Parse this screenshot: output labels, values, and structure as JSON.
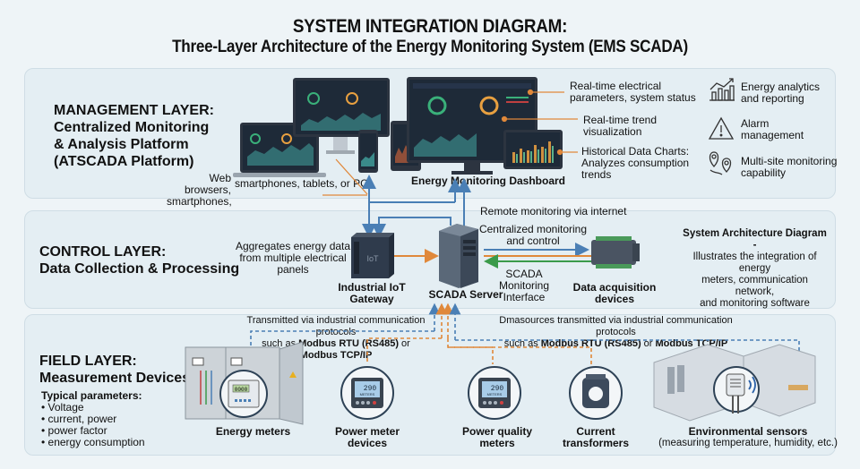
{
  "header": {
    "title": "SYSTEM INTEGRATION DIAGRAM:",
    "subtitle": "Three-Layer Architecture of the Energy Monitoring System (EMS SCADA)"
  },
  "management": {
    "title": "MANAGEMENT LAYER:",
    "subtitle_lines": [
      "Centralized Monitoring",
      "& Analysis Platform",
      "(ATSCADA Platform)"
    ],
    "access_text_a": "Web browsers,",
    "access_text_b": "smartphones,",
    "access_text_c": "smartphones, tablets, or PCs",
    "dashboard_label": "Energy Monitoring Dashboard",
    "callouts": [
      {
        "line1": "Real-time electrical",
        "line2": "parameters, system status"
      },
      {
        "line1": "Real-time trend",
        "line2": "visualization"
      },
      {
        "line1": "Historical Data Charts:",
        "line2": "Analyzes consumption",
        "line3": "trends"
      }
    ],
    "features": [
      {
        "icon": "analytics-chart-icon",
        "line1": "Energy analytics",
        "line2": "and reporting"
      },
      {
        "icon": "warning-triangle-icon",
        "line1": "Alarm",
        "line2": "management"
      },
      {
        "icon": "map-pin-icon",
        "line1": "Multi-site monitoring",
        "line2": "capability"
      }
    ],
    "screen_title": "Energy Monitoring Dashboard"
  },
  "connections": {
    "remote": "Remote monitoring via internet",
    "centralized_line1": "Centralized monitoring",
    "centralized_line2": "and control",
    "interface_line1": "SCADA Monitoring",
    "interface_line2": "Interface"
  },
  "control": {
    "title": "CONTROL LAYER:",
    "subtitle": "Data Collection & Processing",
    "aggregate_lines": [
      "Aggregates energy data",
      "from multiple electrical",
      "panels"
    ],
    "gateway_line1": "Industrial IoT",
    "gateway_line2": "Gateway",
    "gateway_badge": "IoT",
    "server_label": "SCADA Server",
    "daq_line1": "Data acquisition",
    "daq_line2": "devices",
    "arch_title": "System Architecture Diagram -",
    "arch_lines": [
      "Illustrates the integration of energy",
      "meters, communication network,",
      "and monitoring software"
    ]
  },
  "field": {
    "title": "FIELD LAYER:",
    "subtitle": "Measurement Devices",
    "params_title": "Typical parameters:",
    "params": [
      "• Voltage",
      "• current, power",
      "• power factor",
      "• energy consumption"
    ],
    "protocol_left": {
      "line1": "Transmitted via industrial communication protocols",
      "pre": "such as ",
      "b1": "Modbus RTU (RS485)",
      "mid": " or ",
      "b2": "Modbus TCP/IP"
    },
    "protocol_right": {
      "line1": "Dmasources transmitted via industrial communication protocols",
      "pre": "such as ",
      "b1": "Modbus RTU (RS485)",
      "mid": " or ",
      "b2": "Modbus TCP/IP"
    },
    "devices": [
      {
        "line1": "Energy meters",
        "line2": ""
      },
      {
        "line1": "Power meter",
        "line2": "devices",
        "display": "290",
        "display2": "METERS"
      },
      {
        "line1": "Power quality",
        "line2": "meters",
        "display": "290",
        "display2": "METERS"
      },
      {
        "line1": "Current",
        "line2": "transformers"
      },
      {
        "line1": "Environmental sensors",
        "line2": "(measuring temperature, humidity, etc.)"
      }
    ],
    "energy_meter_display": "0000"
  },
  "colors": {
    "blue": "#4a7fb5",
    "orange": "#e0883a",
    "green": "#3a9a4a",
    "dark": "#1f2a38"
  }
}
